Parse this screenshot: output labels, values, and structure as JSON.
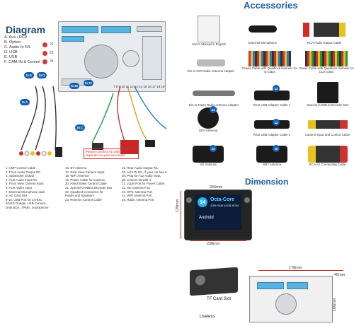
{
  "diagram": {
    "title": "Diagram",
    "legend": [
      "A. Aux / RCA",
      "B. Option",
      "C. Audio-In R/L",
      "D. USB",
      "E. USB",
      "F. CAM-IN & Control"
    ],
    "red_labels": [
      "22",
      "23",
      "24"
    ],
    "connector_tags": [
      "to E",
      "to D",
      "to 21",
      "to 20",
      "to C",
      "to A"
    ],
    "side_numbers": [
      "7",
      "8",
      "9",
      "10",
      "11",
      "12",
      "13",
      "14",
      "15",
      "16",
      "17",
      "18",
      "19"
    ],
    "cable_list_col1": [
      "1. AMP Control Cable",
      "2. Front Audio Output R/L",
      "3. Subwoofer Output",
      "4. AUX Audio Input R/L",
      "5. Front View Camera Input",
      "6. AUX Video Input",
      "7. External Microphone Jack",
      "8. 4G Card Slot",
      "9-15. USB Port for LIVSIC,",
      "3G/4G Dongle, USB Camera,",
      "DAB BOX, TPMS, Smartphone"
    ],
    "cable_list_col2": [
      "16. BT Antenna",
      "17. Rear View Camera Input",
      "18. WiFi Antenna",
      "19. Power Cable for Camera",
      "20. Hand Brake Control Cable",
      "21. Special CANBus Decoder Box",
      "22. Quadlock Connector for",
      "Power and Speakers",
      "23. Reverse Control Cable"
    ],
    "cable_list_col3": [
      "15. Rear Audio Output R/L",
      "20. AUX IN R/L, if your car has a",
      "DC Plug for Aux Audio Input,",
      "pls connect 20 with 4",
      "21. 21pin Port for Power Cable",
      "22. 4G Antenna Port",
      "23. GPS Antenna Port",
      "24. WiFi Antenna Port",
      "25. Radio Antenna Port"
    ],
    "note": "Please connect A1 with B1/B2 depends on your car model"
  },
  "accessories": {
    "title": "Accessories",
    "items": [
      {
        "label": "User's Manual in English"
      },
      {
        "label": "External Microphone"
      },
      {
        "label": "RCA Audio Output Cable"
      },
      {
        "label": "Din to ISO Radio Antenna Adapter"
      },
      {
        "label": "Power Cable with Quadlock Harness for E-Class"
      },
      {
        "label": "Power Cable with Quadlock Harness for CLS-Class"
      },
      {
        "label": "Din to Fakra Radio Antenna Adapter Cable"
      },
      {
        "label": "Rear USB Adapter Cable 1"
      },
      {
        "label": "Special CANBus Decoder Box"
      },
      {
        "label": "GPS Antenna"
      },
      {
        "label": "Rear USB Adapter Cable 2"
      },
      {
        "label": "Camera Input and Control Cable"
      },
      {
        "label": "4G Antenna"
      },
      {
        "label": "WiFi Antenna"
      },
      {
        "label": "RCA AV Connecting Cable"
      }
    ],
    "tags": [
      "24",
      "23",
      "10",
      "11",
      "12"
    ]
  },
  "dimension": {
    "title": "Dimension",
    "top_width": "266mm",
    "side_height": "128mm",
    "bottom_width": "238mm",
    "screen_badge": "14",
    "screen_brand": "Octa-Core",
    "screen_spec": "4GB RAM 64GB ROM",
    "os": "Android",
    "box_width": "178mm",
    "box_depth": "40mm",
    "box_height": "100mm",
    "tf_label": "TF Card Slot",
    "useless_label": "Useless"
  }
}
